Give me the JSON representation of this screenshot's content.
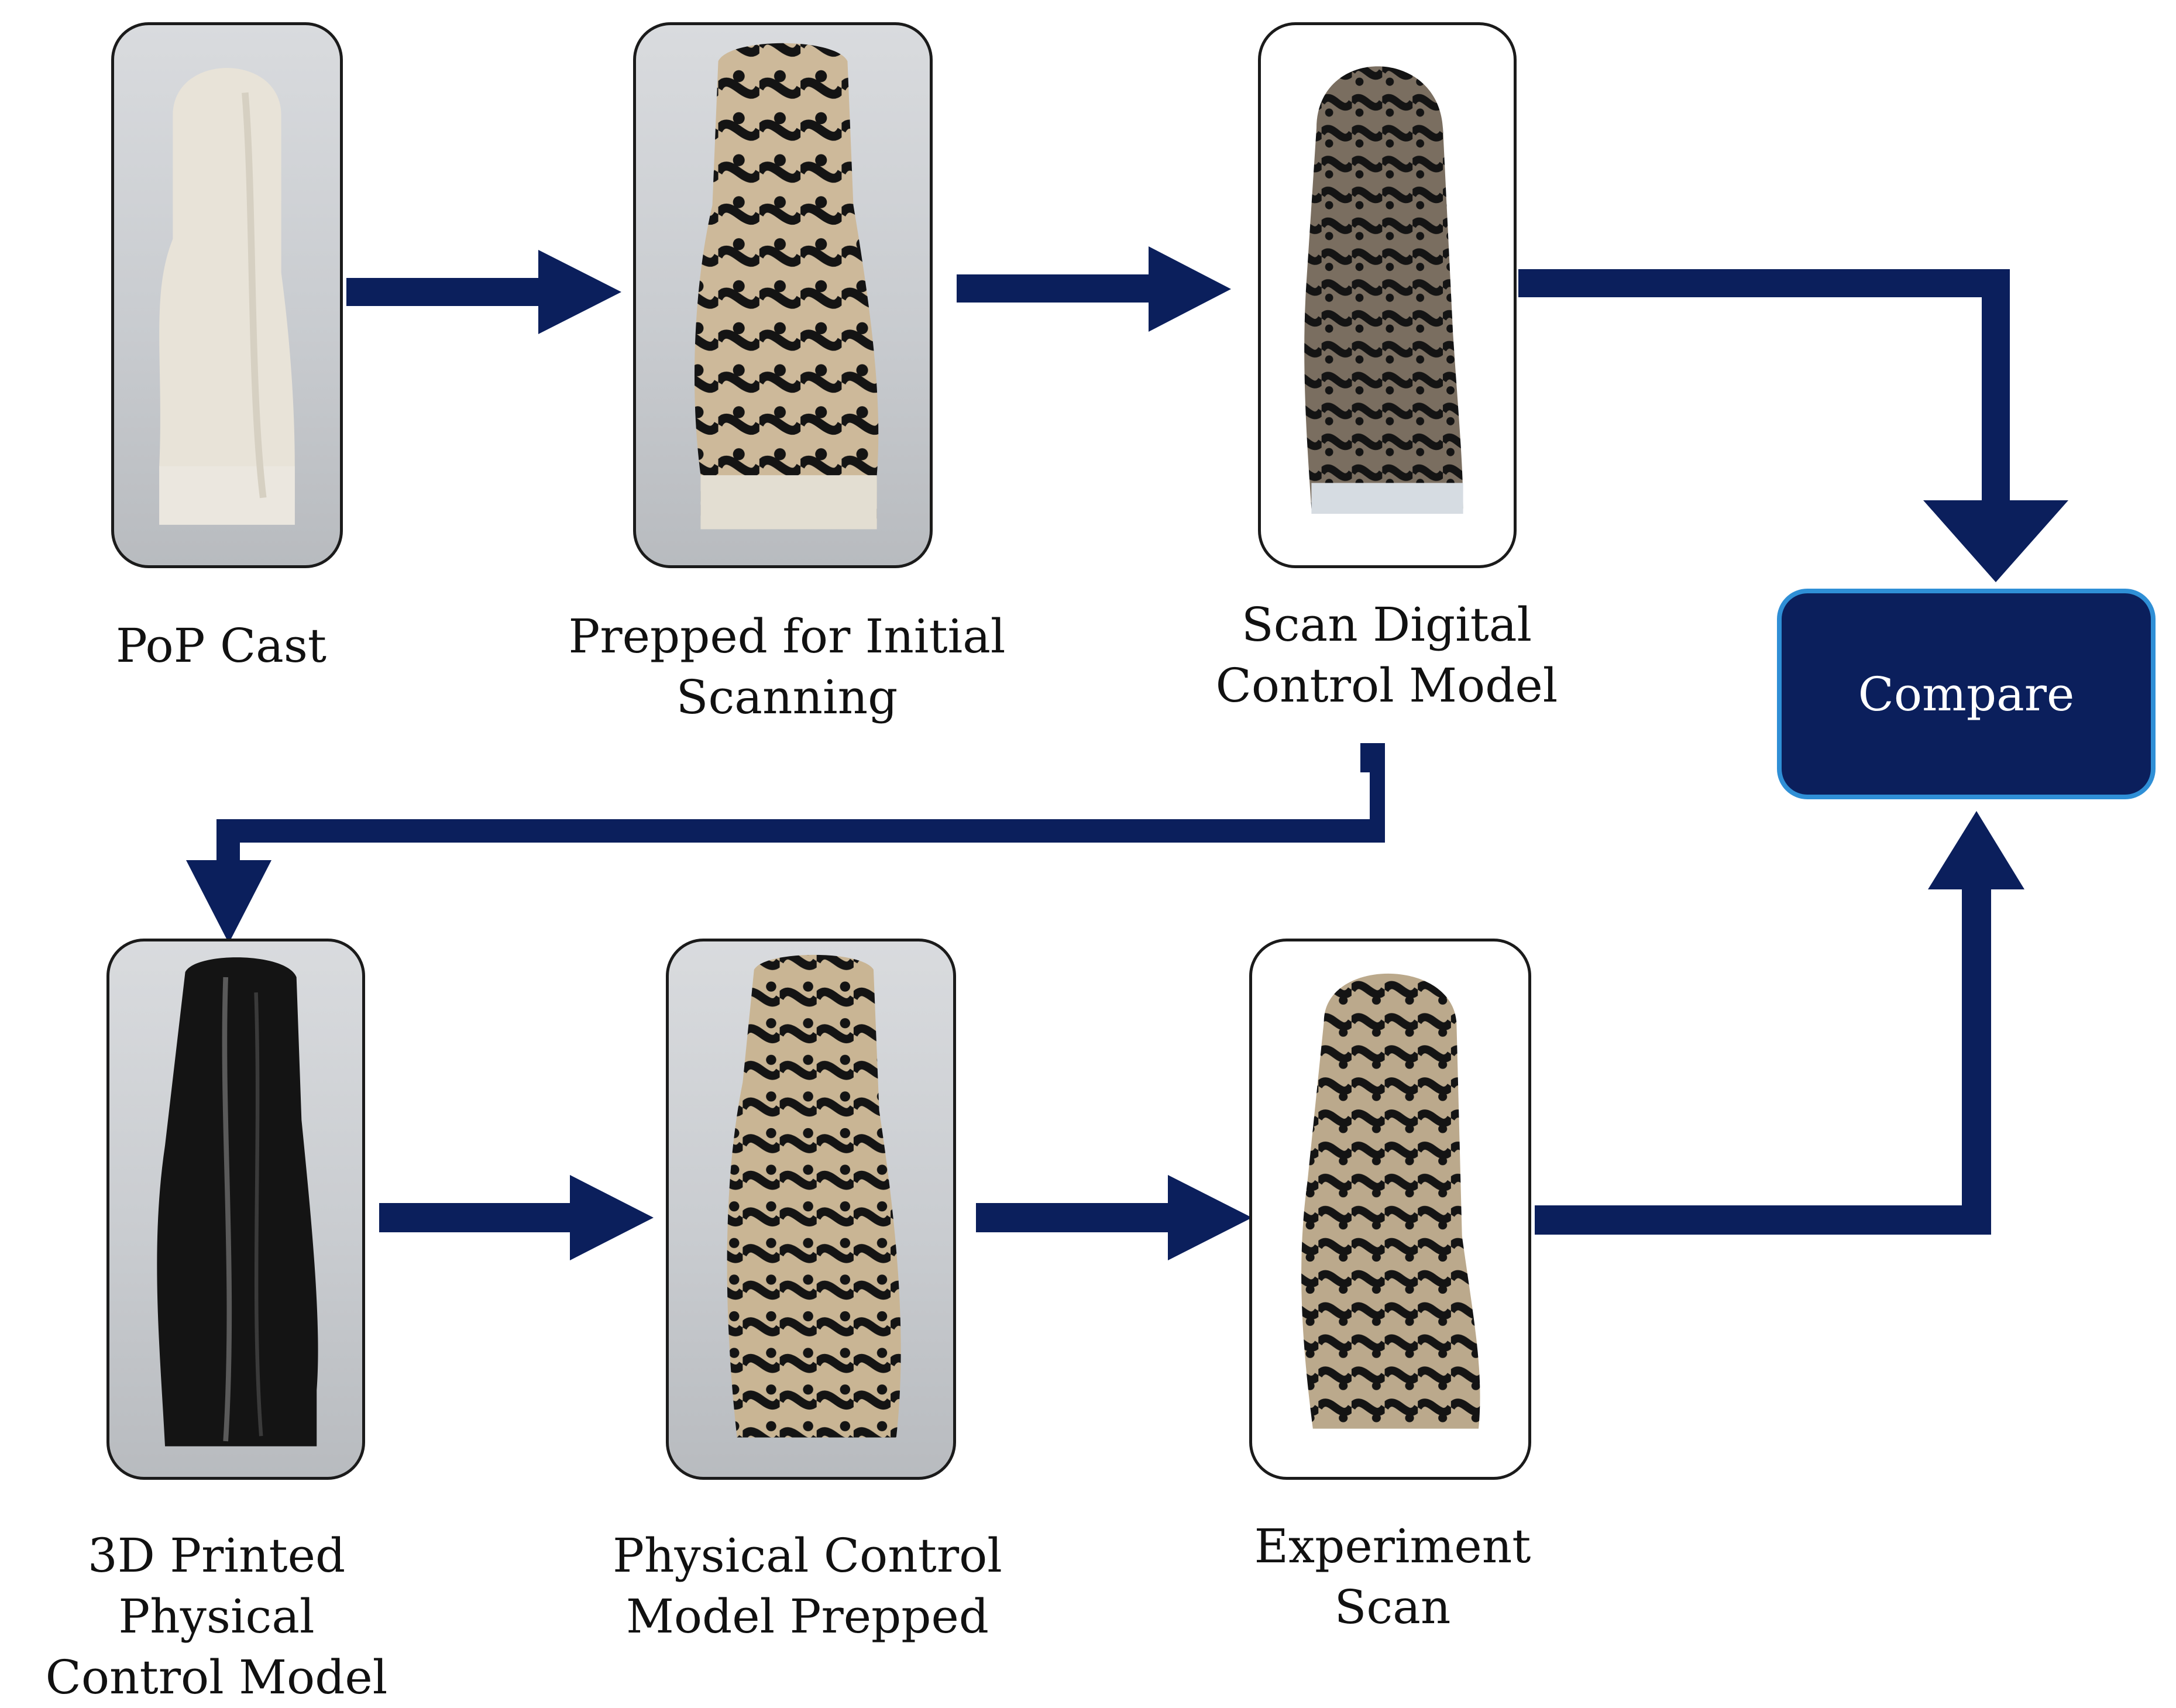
{
  "colors": {
    "arrow": "#0b1f5c",
    "compare_fill": "#0b1f5c",
    "compare_border": "#2f8fd6",
    "card_border": "#1b1b1b"
  },
  "steps": [
    {
      "label": "PoP Cast",
      "image": "white plaster cast photo"
    },
    {
      "label": "Prepped for Initial\nScanning",
      "image": "patterned cast photo"
    },
    {
      "label": "Scan Digital\nControl Model",
      "image": "digital scan render"
    },
    {
      "label": "3D Printed Physical\nControl Model",
      "image": "black printed model photo"
    },
    {
      "label": "Physical Control\nModel Prepped",
      "image": "patterned printed model photo"
    },
    {
      "label": "Experiment\nScan",
      "image": "experiment scan render"
    }
  ],
  "compare": {
    "label": "Compare"
  }
}
